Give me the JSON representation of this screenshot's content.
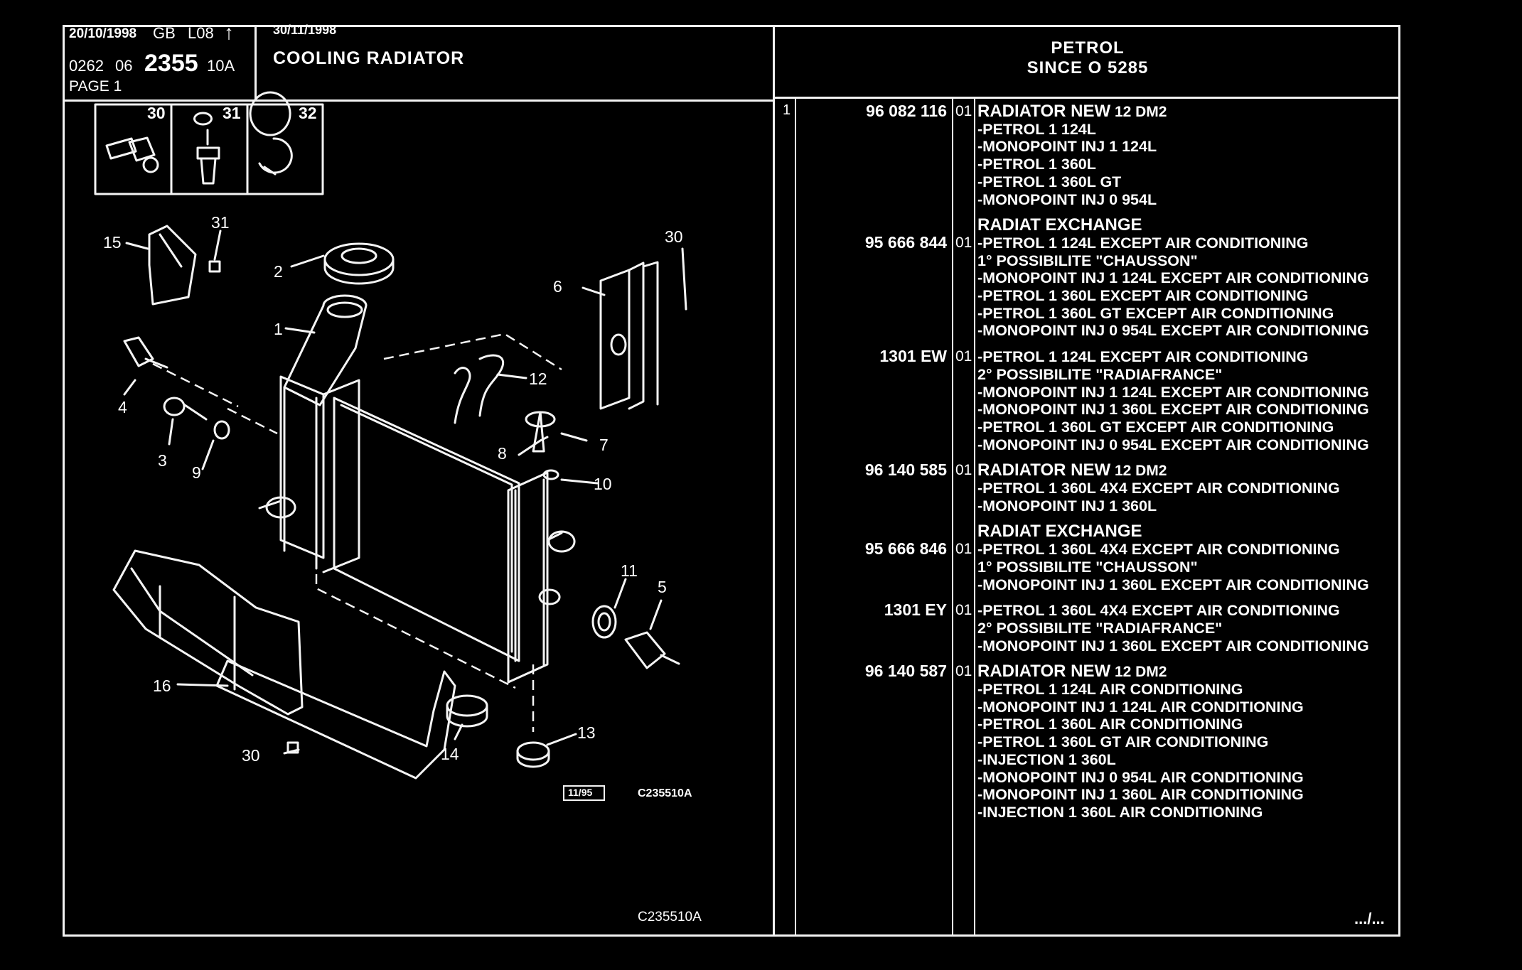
{
  "header": {
    "date1": "20/10/1998",
    "lang": "GB",
    "code_l": "L08",
    "arrow": "↑",
    "ref_a": "0262",
    "ref_b": "06",
    "ref_main": "2355",
    "ref_sfx": "10A",
    "page": "PAGE  1",
    "date2": "30/11/1998",
    "title": "COOLING RADIATOR",
    "right_title_1": "PETROL",
    "right_title_2": "SINCE  O   5285"
  },
  "diagram": {
    "inset_labels": [
      "30",
      "31",
      "32"
    ],
    "callouts": [
      "15",
      "31",
      "2",
      "1",
      "30",
      "6",
      "4",
      "12",
      "3",
      "9",
      "8",
      "7",
      "10",
      "11",
      "5",
      "16",
      "14",
      "13",
      "30"
    ],
    "stamp": "11/95",
    "code_near": "C235510A",
    "code_bottom": "C235510A"
  },
  "parts": {
    "row_index": "1",
    "entries": [
      {
        "pn": "96 082 116",
        "sfx": "01",
        "lines": [
          {
            "head": "RADIATOR NEW",
            "tail": " 12 DM2"
          },
          {
            "text": "-PETROL 1 124L"
          },
          {
            "text": "-MONOPOINT INJ 1 124L"
          },
          {
            "text": "-PETROL 1 360L"
          },
          {
            "text": "-PETROL 1 360L GT"
          },
          {
            "text": "-MONOPOINT INJ 0 954L"
          }
        ]
      },
      {
        "pn": "",
        "sfx": "",
        "lines": [
          {
            "head": "RADIAT EXCHANGE",
            "tail": ""
          }
        ]
      },
      {
        "pn": "95 666 844",
        "sfx": "01",
        "lines": [
          {
            "text": "-PETROL 1 124L EXCEPT  AIR CONDITIONING"
          },
          {
            "text": "1° POSSIBILITE \"CHAUSSON\""
          },
          {
            "text": "-MONOPOINT INJ 1 124L EXCEPT  AIR CONDITIONING"
          },
          {
            "text": "-PETROL 1 360L EXCEPT  AIR CONDITIONING"
          },
          {
            "text": "-PETROL 1 360L GT EXCEPT  AIR CONDITIONING"
          },
          {
            "text": "-MONOPOINT INJ 0 954L EXCEPT  AIR CONDITIONING"
          }
        ]
      },
      {
        "pn": "1301 EW",
        "sfx": "01",
        "lines": [
          {
            "text": "-PETROL 1 124L EXCEPT  AIR CONDITIONING"
          },
          {
            "text": "2° POSSIBILITE \"RADIAFRANCE\""
          },
          {
            "text": "-MONOPOINT INJ 1 124L EXCEPT  AIR CONDITIONING"
          },
          {
            "text": "-MONOPOINT INJ 1 360L EXCEPT  AIR CONDITIONING"
          },
          {
            "text": "-PETROL 1 360L GT EXCEPT  AIR CONDITIONING"
          },
          {
            "text": "-MONOPOINT INJ 0 954L EXCEPT  AIR CONDITIONING"
          }
        ]
      },
      {
        "pn": "96 140 585",
        "sfx": "01",
        "lines": [
          {
            "head": "RADIATOR NEW",
            "tail": " 12 DM2"
          },
          {
            "text": "-PETROL 1 360L 4X4 EXCEPT  AIR CONDITIONING"
          },
          {
            "text": "-MONOPOINT INJ 1 360L"
          }
        ]
      },
      {
        "pn": "",
        "sfx": "",
        "lines": [
          {
            "head": "RADIAT EXCHANGE",
            "tail": ""
          }
        ]
      },
      {
        "pn": "95 666 846",
        "sfx": "01",
        "lines": [
          {
            "text": "-PETROL 1 360L 4X4 EXCEPT  AIR CONDITIONING"
          },
          {
            "text": "1° POSSIBILITE \"CHAUSSON\""
          },
          {
            "text": "-MONOPOINT INJ 1 360L EXCEPT  AIR CONDITIONING"
          }
        ]
      },
      {
        "pn": "1301 EY",
        "sfx": "01",
        "lines": [
          {
            "text": "-PETROL 1 360L 4X4 EXCEPT  AIR CONDITIONING"
          },
          {
            "text": "2° POSSIBILITE \"RADIAFRANCE\""
          },
          {
            "text": "-MONOPOINT INJ 1 360L EXCEPT  AIR CONDITIONING"
          }
        ]
      },
      {
        "pn": "96 140 587",
        "sfx": "01",
        "lines": [
          {
            "head": "RADIATOR NEW",
            "tail": " 12 DM2"
          },
          {
            "text": "-PETROL 1 124L AIR CONDITIONING"
          },
          {
            "text": "-MONOPOINT INJ 1 124L AIR CONDITIONING"
          },
          {
            "text": "-PETROL 1 360L AIR CONDITIONING"
          },
          {
            "text": "-PETROL 1 360L GT AIR CONDITIONING"
          },
          {
            "text": "-INJECTION 1 360L"
          },
          {
            "text": "-MONOPOINT INJ 0 954L AIR CONDITIONING"
          },
          {
            "text": "-MONOPOINT INJ 1 360L AIR CONDITIONING"
          },
          {
            "text": "-INJECTION 1 360L AIR CONDITIONING"
          }
        ]
      }
    ],
    "continued": ".../..."
  }
}
